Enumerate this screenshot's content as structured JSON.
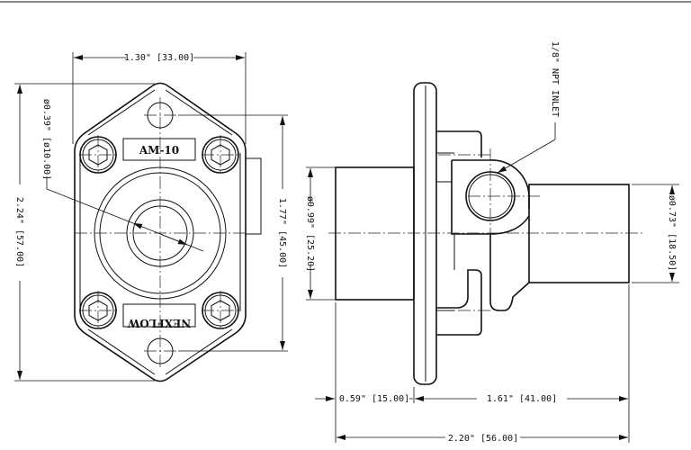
{
  "front_view": {
    "model_label": "AM-10",
    "brand_label": "NEXFLOW",
    "dim_width": "1.30\" [33.00]",
    "dim_height": "2.24\" [57.00]",
    "dim_hole_spacing": "1.77\" [45.00]",
    "dim_bore": "ø0.39\" [ø10.00]"
  },
  "side_view": {
    "inlet_note": "1/8\" NPT INLET",
    "dim_inlet_dia": "ø0.99\" [25.20]",
    "dim_outlet_dia": "ø0.73\" [18.50]",
    "dim_inlet_len": "0.59\" [15.00]",
    "dim_body_len": "1.61\" [41.00]",
    "dim_total_len": "2.20\" [56.00]"
  }
}
